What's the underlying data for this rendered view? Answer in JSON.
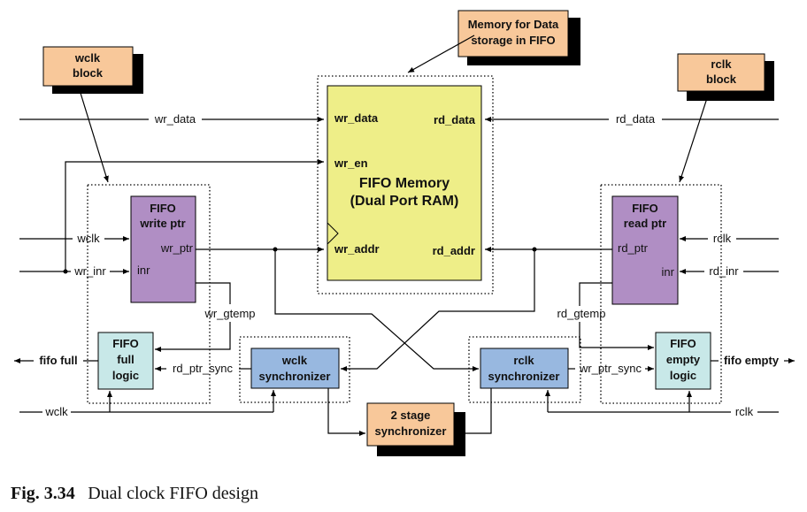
{
  "callouts": {
    "memory": [
      "Memory for Data",
      "storage in FIFO"
    ],
    "wclk_block": [
      "wclk",
      "block"
    ],
    "rclk_block": [
      "rclk",
      "block"
    ]
  },
  "memory": {
    "title": [
      "FIFO Memory",
      "(Dual Port RAM)"
    ],
    "ports": {
      "wr_data": "wr_data",
      "wr_en": "wr_en",
      "wr_addr": "wr_addr",
      "rd_data": "rd_data",
      "rd_addr": "rd_addr"
    }
  },
  "write_ptr": {
    "title": [
      "FIFO",
      "write ptr"
    ],
    "out_port": "wr_ptr",
    "in_port": "inr"
  },
  "read_ptr": {
    "title": [
      "FIFO",
      "read ptr"
    ],
    "out_port": "rd_ptr",
    "in_port": "inr"
  },
  "full_logic": [
    "FIFO",
    "full",
    "logic"
  ],
  "empty_logic": [
    "FIFO",
    "empty",
    "logic"
  ],
  "wclk_sync": [
    "wclk",
    "synchronizer"
  ],
  "rclk_sync": [
    "rclk",
    "synchronizer"
  ],
  "two_stage": [
    "2 stage",
    "synchronizer"
  ],
  "signals": {
    "wr_data": "wr_data",
    "rd_data": "rd_data",
    "wclk_in": "wclk",
    "wr_inr": "wr_inr",
    "rclk_in": "rclk",
    "rd_inr": "rd_inr",
    "wr_gtemp": "wr_gtemp",
    "rd_gtemp": "rd_gtemp",
    "rd_ptr_sync": "rd_ptr_sync",
    "wr_ptr_sync": "wr_ptr_sync",
    "fifo_full": "fifo full",
    "fifo_empty": "fifo empty",
    "wclk_bottom": "wclk",
    "rclk_bottom": "rclk"
  },
  "caption": {
    "number": "Fig. 3.34",
    "text": "Dual clock FIFO design"
  },
  "colors": {
    "memory_fill": "#eeee88",
    "callout_fill": "#f8c89a",
    "ptr_fill": "#b08ec4",
    "logic_fill": "#c8e8e8",
    "sync_fill": "#98b8e0"
  }
}
